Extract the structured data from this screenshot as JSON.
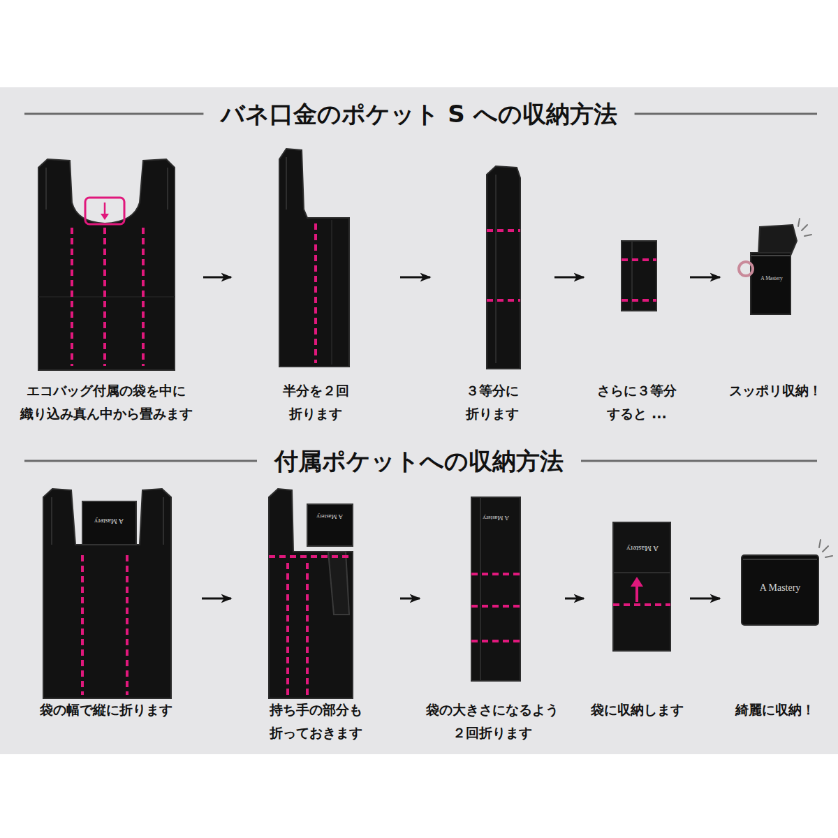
{
  "diagram": {
    "nodes": [
      {
        "text": [
          "バネ口金のポケット S への収納方法"
        ]
      },
      {
        "text": [
          "エコバッグ付属の袋を中に 織り込み真ん中から畳みます"
        ],
        "in": 0
      },
      {
        "text": [
          "半分を２回 折ります"
        ],
        "in": 0
      },
      {
        "text": [
          "３等分に 折ります"
        ],
        "in": 0
      },
      {
        "text": [
          "さらに３等分 すると ..."
        ],
        "in": 0
      },
      {
        "text": [
          "スッポリ収納！"
        ],
        "in": 0
      },
      {
        "text": [
          "付属ポケットへの収納方法"
        ]
      },
      {
        "text": [
          "袋の幅で縦に折ります"
        ],
        "in": 6
      },
      {
        "text": [
          "持ち手の部分も 折っておきます"
        ],
        "in": 6
      },
      {
        "text": [
          "袋の大きさになるよう ２回折ります"
        ],
        "in": 6
      },
      {
        "text": [
          "袋に収納します"
        ],
        "in": 6
      },
      {
        "text": [
          "綺麗に収納！"
        ],
        "in": 6
      }
    ],
    "edges": [
      {
        "from": 1,
        "to": 2,
        "arrow": "to"
      },
      {
        "from": 2,
        "to": 3,
        "arrow": "to"
      },
      {
        "from": 3,
        "to": 4,
        "arrow": "to"
      },
      {
        "from": 4,
        "to": 5,
        "arrow": "to"
      },
      {
        "from": 7,
        "to": 8,
        "arrow": "to"
      },
      {
        "from": 8,
        "to": 9,
        "arrow": "to"
      },
      {
        "from": 9,
        "to": 10,
        "arrow": "to"
      },
      {
        "from": 10,
        "to": 11,
        "arrow": "to"
      }
    ],
    "labels": [
      "A Mastery",
      "A Mastery",
      "A Mastery",
      "A Mastery",
      "A Mastery",
      "A Mastery"
    ]
  }
}
